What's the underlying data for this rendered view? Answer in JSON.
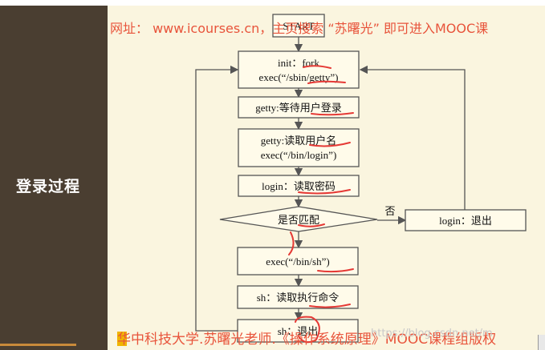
{
  "sidebar": {
    "title": "登录过程"
  },
  "watermark": {
    "top": "网址： www.icourses.cn，主页搜索 “苏曙光” 即可进入MOOC课",
    "bottom": "华中科技大学.苏曙光老师.《操作系统原理》MOOC课程组版权",
    "csdn": "https://blog.csdn.net/m"
  },
  "colors": {
    "annotation": "#e53935",
    "watermark": "#e8543b",
    "sidebar": "#4a3e31",
    "line": "#555555"
  },
  "flowchart": {
    "start": "START",
    "init": [
      "init：fork",
      "exec(“/sbin/getty”)"
    ],
    "getty_wait": "getty:等待用户登录",
    "getty_read": [
      "getty:读取用户名",
      "exec(“/bin/login”)"
    ],
    "login_read": "login：读取密码",
    "decision": "是否匹配",
    "no_label": "否",
    "logout": "login：退出",
    "exec_sh": "exec(“/bin/sh”)",
    "sh_read": "sh：读取执行命令",
    "sh_exit": "sh：退出"
  }
}
